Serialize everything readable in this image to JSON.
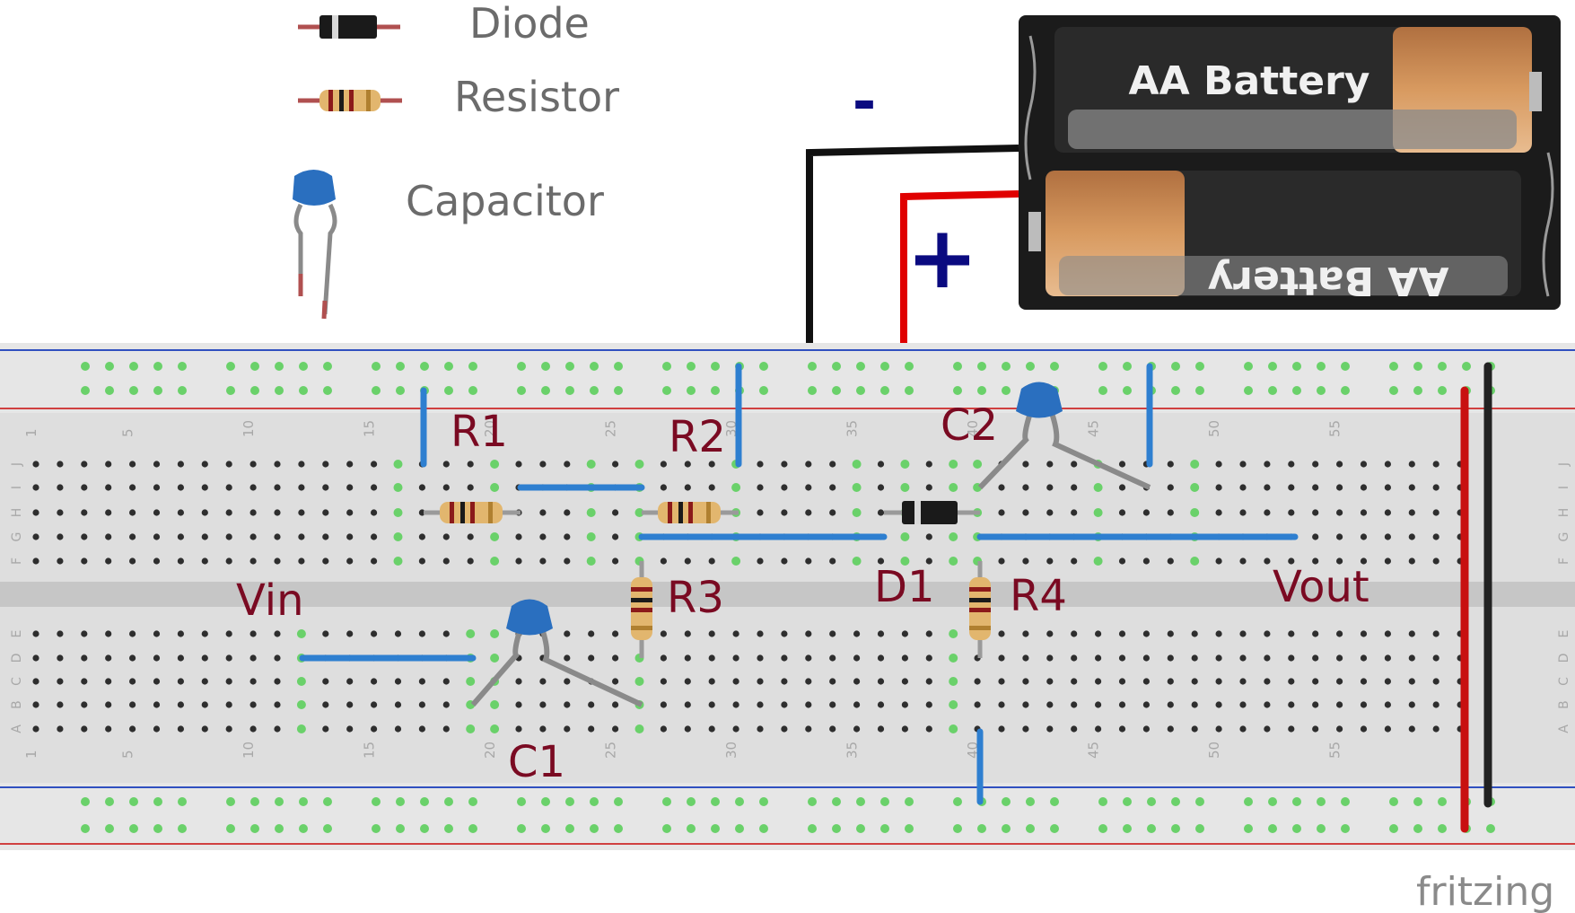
{
  "legend": {
    "diode": "Diode",
    "resistor": "Resistor",
    "capacitor": "Capacitor"
  },
  "battery": {
    "cell_top": "AA Battery",
    "cell_bottom": "AA Battery"
  },
  "polarity": {
    "minus": "-",
    "plus": "+"
  },
  "labels": {
    "r1": "R1",
    "r2": "R2",
    "r3": "R3",
    "r4": "R4",
    "c1": "C1",
    "c2": "C2",
    "d1": "D1",
    "vin": "Vin",
    "vout": "Vout"
  },
  "breadboard": {
    "column_numbers": [
      "1",
      "5",
      "10",
      "15",
      "20",
      "25",
      "30",
      "35",
      "40",
      "45",
      "50",
      "55"
    ],
    "rows_top": [
      "J",
      "I",
      "H",
      "G",
      "F"
    ],
    "rows_bottom": [
      "E",
      "D",
      "C",
      "B",
      "A"
    ]
  },
  "brand": "fritzing",
  "colors": {
    "wire_blue": "#2e7fd0",
    "wire_red": "#e00000",
    "wire_black": "#111111",
    "label": "#7a0a22",
    "rail_red": "#d04040",
    "rail_blue": "#3050c0"
  }
}
